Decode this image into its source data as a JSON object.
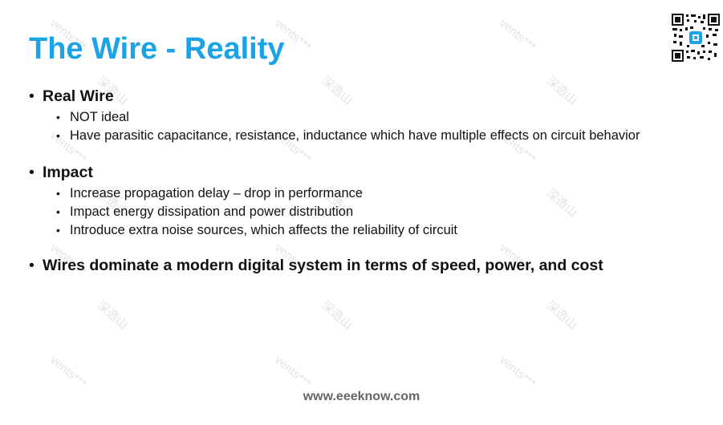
{
  "title": "The Wire - Reality",
  "sections": [
    {
      "heading": "Real Wire",
      "items": [
        "NOT ideal",
        "Have parasitic capacitance, resistance, inductance which have multiple effects on circuit behavior"
      ]
    },
    {
      "heading": "Impact",
      "items": [
        "Increase propagation delay – drop in performance",
        "Impact energy dissipation and power distribution",
        "Introduce extra noise sources, which affects the reliability of circuit"
      ]
    },
    {
      "heading": "Wires dominate a modern digital system in terms of speed, power, and cost",
      "items": []
    }
  ],
  "footer": "www.eeeknow.com",
  "watermark": {
    "text_latin": "vents***",
    "text_cjk": "深造山"
  },
  "colors": {
    "title": "#1aa3e6",
    "footer": "#666666",
    "qr_logo": "#1aa3e6"
  },
  "icons": [
    "qr-code-icon"
  ]
}
